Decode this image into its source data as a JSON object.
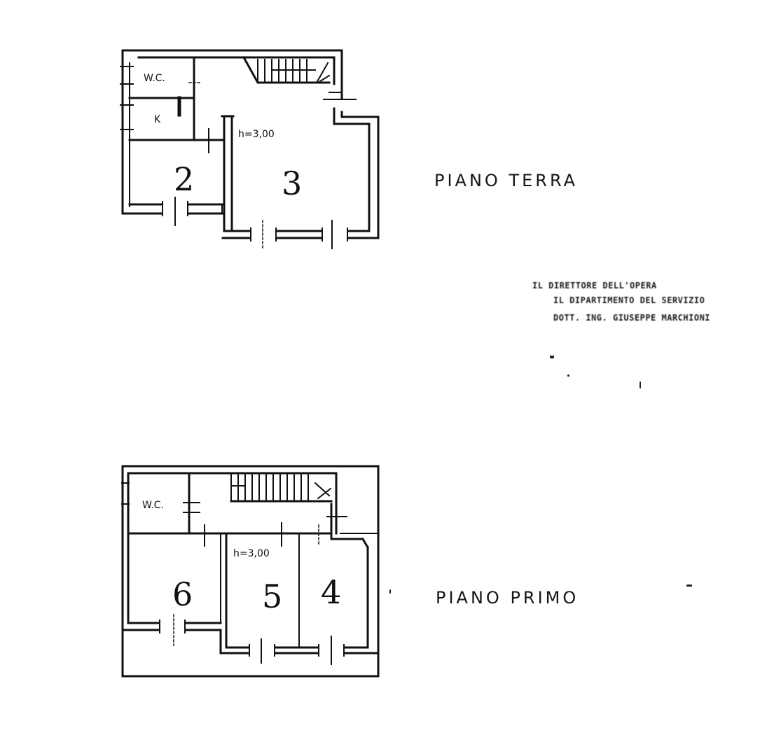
{
  "document": {
    "type": "floor-plan",
    "floors": [
      {
        "id": "ground",
        "label": "PIANO TERRA",
        "ceiling_height": "h=3,00",
        "rooms": [
          {
            "id": "wc",
            "label": "W.C."
          },
          {
            "id": "kitchen",
            "label": "K"
          },
          {
            "id": "room-2",
            "label": "2"
          },
          {
            "id": "room-3",
            "label": "3"
          }
        ]
      },
      {
        "id": "first",
        "label": "PIANO PRIMO",
        "ceiling_height": "h=3,00",
        "rooms": [
          {
            "id": "wc",
            "label": "W.C."
          },
          {
            "id": "room-6",
            "label": "6"
          },
          {
            "id": "room-5",
            "label": "5"
          },
          {
            "id": "room-4",
            "label": "4"
          }
        ]
      }
    ],
    "stamp": {
      "lines": [
        "IL DIRETTORE DELL'OPERA",
        "IL DIPARTIMENTO DEL SERVIZIO",
        "DOTT. ING. GIUSEPPE MARCHIONI"
      ]
    }
  }
}
